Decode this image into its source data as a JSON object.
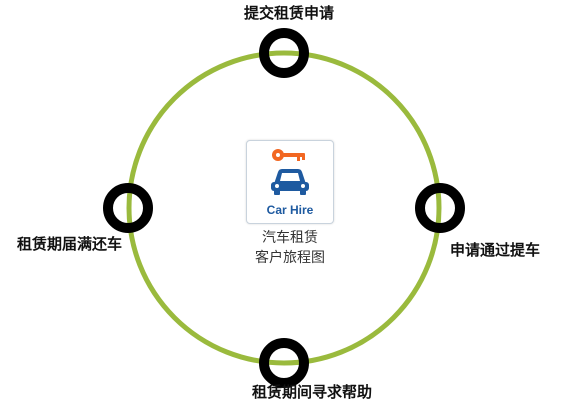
{
  "cycle": {
    "steps": [
      {
        "label": "提交租赁申请"
      },
      {
        "label": "申请通过提车"
      },
      {
        "label": "租赁期间寻求帮助"
      },
      {
        "label": "租赁期届满还车"
      }
    ]
  },
  "hub": {
    "badge_text": "Car Hire",
    "title_line1": "汽车租赁",
    "title_line2": "客户旅程图"
  },
  "colors": {
    "ring": "#9aba3d",
    "node": "#000000",
    "key": "#f26722",
    "car": "#1e5aa0",
    "badge_text": "#1e5aa0"
  },
  "icons": [
    "key-icon",
    "car-icon"
  ]
}
